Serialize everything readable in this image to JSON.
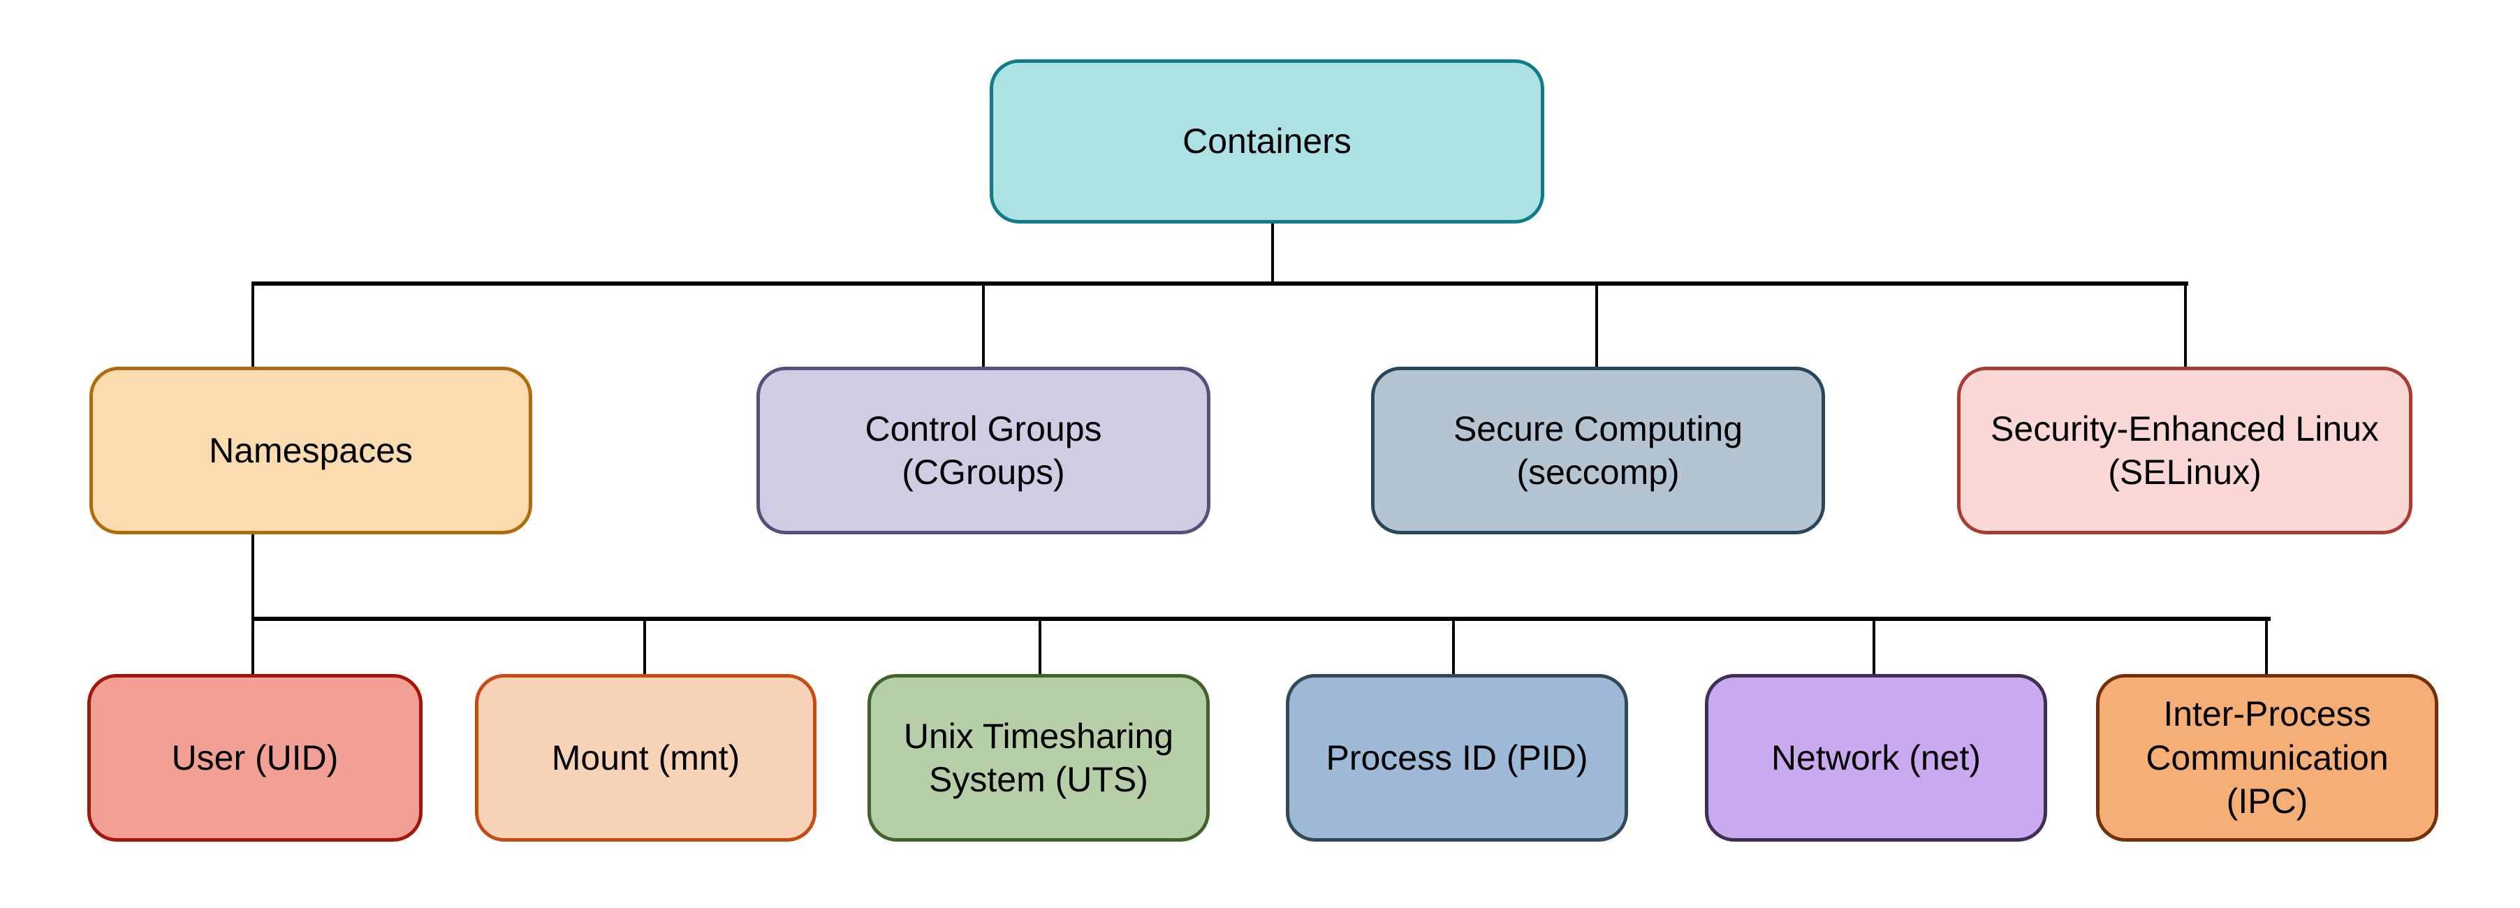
{
  "diagram": {
    "background": "#ffffff",
    "text_color": "#000000",
    "line_color": "#000000",
    "nodes": {
      "containers": {
        "lines": [
          "Containers"
        ],
        "fill": "#ace1e5",
        "border": "#0e7d88"
      },
      "namespaces": {
        "lines": [
          "Namespaces"
        ],
        "fill": "#fbdcb0",
        "border": "#b16a0e"
      },
      "cgroups": {
        "lines": [
          "Control Groups",
          "(CGroups)"
        ],
        "fill": "#cfcde4",
        "border": "#544f7d"
      },
      "seccomp": {
        "lines": [
          "Secure Computing",
          "(seccomp)"
        ],
        "fill": "#b5c4d1",
        "border": "#28465c"
      },
      "selinux": {
        "lines": [
          "Security-Enhanced Linux",
          "(SELinux)"
        ],
        "fill": "#f9d8d5",
        "border": "#a93b31"
      },
      "user": {
        "lines": [
          "User (UID)"
        ],
        "fill": "#f2a096",
        "border": "#a6150c"
      },
      "mount": {
        "lines": [
          "Mount (mnt)"
        ],
        "fill": "#f9d3b8",
        "border": "#c64a12"
      },
      "uts": {
        "lines": [
          "Unix Timesharing",
          "System (UTS)"
        ],
        "fill": "#b7cfa9",
        "border": "#42622c"
      },
      "pid": {
        "lines": [
          "Process ID (PID)"
        ],
        "fill": "#9ebad7",
        "border": "#32485a"
      },
      "network": {
        "lines": [
          "Network (net)"
        ],
        "fill": "#cba9f0",
        "border": "#3e2f54"
      },
      "ipc": {
        "lines": [
          "Inter-Process",
          "Communication",
          "(IPC)"
        ],
        "fill": "#f5ae76",
        "border": "#752f0b"
      }
    },
    "edges": [
      [
        "containers",
        "namespaces"
      ],
      [
        "containers",
        "cgroups"
      ],
      [
        "containers",
        "seccomp"
      ],
      [
        "containers",
        "selinux"
      ],
      [
        "namespaces",
        "user"
      ],
      [
        "namespaces",
        "mount"
      ],
      [
        "namespaces",
        "uts"
      ],
      [
        "namespaces",
        "pid"
      ],
      [
        "namespaces",
        "network"
      ],
      [
        "namespaces",
        "ipc"
      ]
    ]
  }
}
